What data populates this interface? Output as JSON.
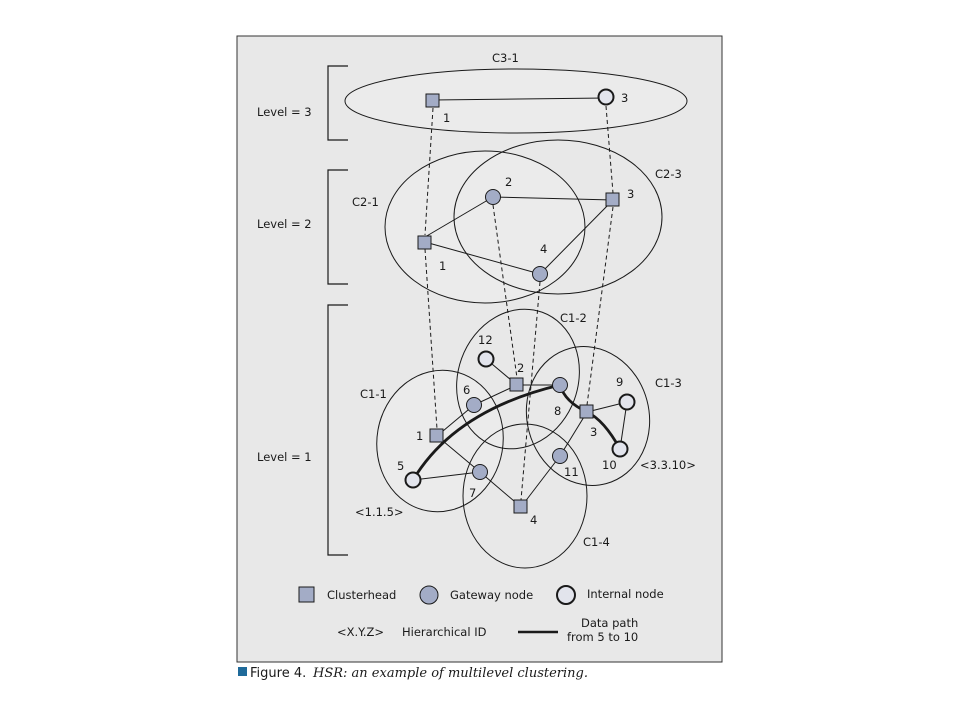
{
  "levels": {
    "level3": "Level = 3",
    "level2": "Level = 2",
    "level1": "Level = 1"
  },
  "clusters": {
    "c3_1": "C3-1",
    "c2_1": "C2-1",
    "c2_3": "C2-3",
    "c1_1": "C1-1",
    "c1_2": "C1-2",
    "c1_3": "C1-3",
    "c1_4": "C1-4"
  },
  "node_ids": {
    "l3_1": "1",
    "l3_3": "3",
    "l2_1": "1",
    "l2_2": "2",
    "l2_3": "3",
    "l2_4": "4",
    "l1_1": "1",
    "l1_2": "2",
    "l1_3": "3",
    "l1_4": "4",
    "l1_5": "5",
    "l1_6": "6",
    "l1_7": "7",
    "l1_8": "8",
    "l1_9": "9",
    "l1_10": "10",
    "l1_11": "11",
    "l1_12": "12"
  },
  "hier_ids": {
    "node5": "<1.1.5>",
    "node10": "<3.3.10>"
  },
  "legend": {
    "clusterhead": "Clusterhead",
    "gateway": "Gateway node",
    "internal": "Internal node",
    "xyz": "<X.Y.Z>",
    "hier_id": "Hierarchical ID",
    "data_path_line1": "Data path",
    "data_path_line2": "from 5 to 10"
  },
  "caption": {
    "figure": "Figure 4.",
    "text": "HSR: an example of multilevel clustering."
  },
  "colors": {
    "panel": "#e8e8e8",
    "node_fill": "#a3acc6",
    "internal_fill": "#e2e4ec",
    "stroke": "#1a1a1a",
    "caption_square": "#1f6a9a"
  }
}
